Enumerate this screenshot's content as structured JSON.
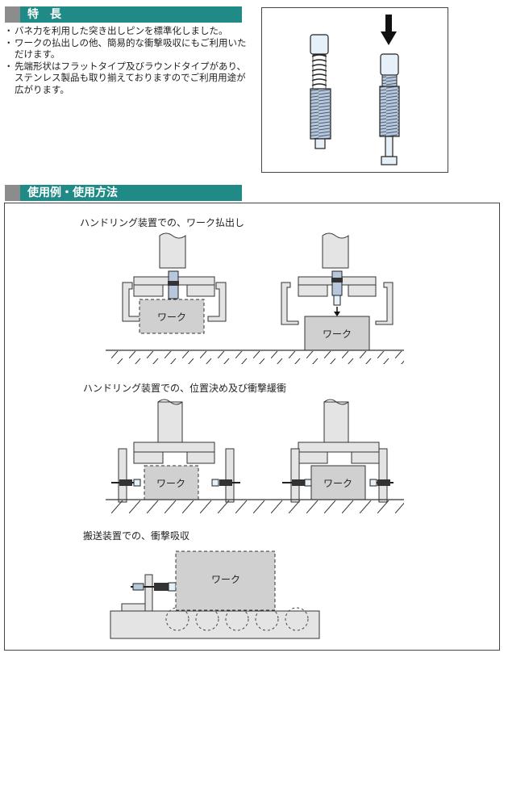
{
  "features": {
    "title": "特　長",
    "items": [
      "バネ力を利用した突き出しピンを標準化しました。",
      "ワークの払出しの他、簡易的な衝撃吸収にもご利用いただけます。",
      "先端形状はフラットタイプ及びラウンドタイプがあり、ステンレス製品も取り揃えておりますのでご利用用途が広がります。"
    ]
  },
  "usage": {
    "title": "使用例・使用方法",
    "sections": [
      {
        "caption": "ハンドリング装置での、ワーク払出し"
      },
      {
        "caption": "ハンドリング装置での、位置決め及び衝撃緩衝"
      },
      {
        "caption": "搬送装置での、衝撃吸収"
      }
    ],
    "work_label": "ワーク"
  },
  "colors": {
    "header_bg": "#1f8a86",
    "header_block": "#8c8c8c",
    "pin_body": "#b7c8dd",
    "pin_tip": "#e6f0f8",
    "work_fill": "#d0d0d0",
    "device_fill": "#dedede"
  }
}
